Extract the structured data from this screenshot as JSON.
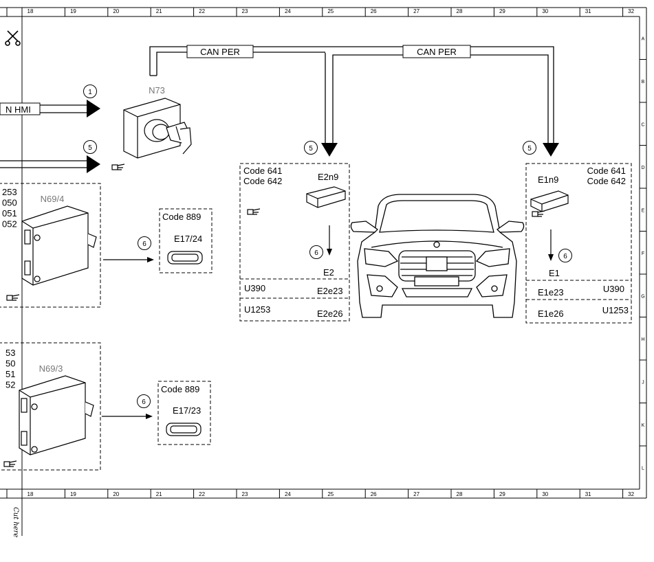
{
  "grid": {
    "columns": [
      "18",
      "19",
      "20",
      "21",
      "22",
      "23",
      "24",
      "25",
      "26",
      "27",
      "28",
      "29",
      "30",
      "31",
      "32"
    ],
    "rows": [
      "A",
      "B",
      "C",
      "D",
      "E",
      "F",
      "G",
      "H",
      "J",
      "K",
      "L"
    ]
  },
  "margin": {
    "cut_label": "Cut here"
  },
  "bus": {
    "left_label": "CAN PER",
    "right_label": "CAN PER"
  },
  "inputs": {
    "hmi_label": "N HMI",
    "callout_1": "1",
    "callout_5": "5"
  },
  "n73": {
    "label": "N73"
  },
  "n69_4": {
    "label": "N69/4",
    "codes": [
      "253",
      "050",
      "051",
      "052"
    ],
    "callout": "6"
  },
  "n69_3": {
    "label": "N69/3",
    "codes": [
      "53",
      "50",
      "51",
      "52"
    ],
    "callout": "6"
  },
  "e17_24": {
    "code": "Code 889",
    "label": "E17/24"
  },
  "e17_23": {
    "code": "Code 889",
    "label": "E17/23"
  },
  "left_headlamp": {
    "callout_top": "5",
    "code_a": "Code 641",
    "code_b": "Code 642",
    "module": "E2n9",
    "callout_mid": "6",
    "unit": "E2",
    "rows": [
      {
        "left": "U390",
        "right": "E2e23"
      },
      {
        "left": "U1253",
        "right": "E2e26"
      }
    ]
  },
  "right_headlamp": {
    "callout_top": "5",
    "code_a": "Code 641",
    "code_b": "Code 642",
    "module": "E1n9",
    "callout_mid": "6",
    "unit": "E1",
    "rows": [
      {
        "left": "E1e23",
        "right": "U390"
      },
      {
        "left": "E1e26",
        "right": "U1253"
      }
    ]
  },
  "icons": {
    "scissors": "scissors-icon",
    "pointer_hand": "pointing-hand-icon",
    "vehicle": "vehicle-front-icon"
  }
}
